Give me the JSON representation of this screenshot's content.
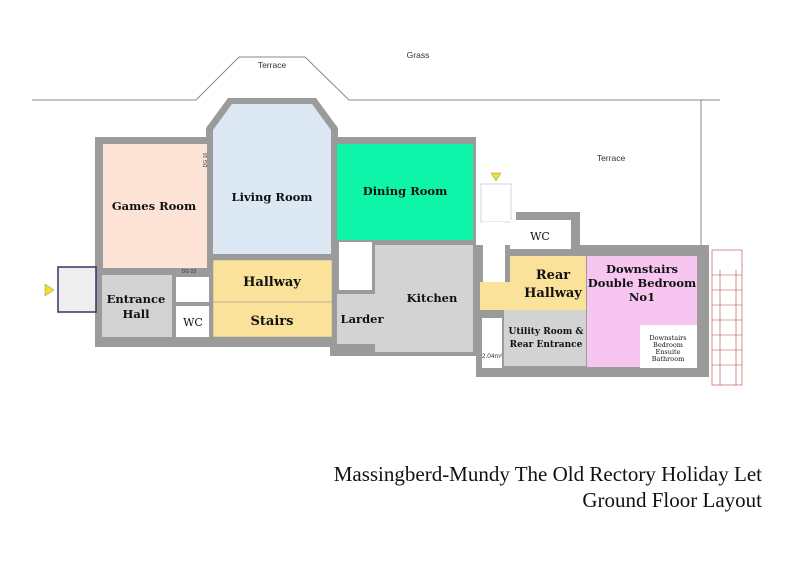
{
  "outdoor": {
    "grass": "Grass",
    "terrace_top": "Terrace",
    "terrace_right": "Terrace"
  },
  "rooms": {
    "games_room": "Games Room",
    "living_room": "Living Room",
    "dining_room": "Dining Room",
    "entrance_hall": [
      "Entrance",
      "Hall"
    ],
    "wc_front": "WC",
    "hallway": "Hallway",
    "stairs": "Stairs",
    "larder": "Larder",
    "kitchen": "Kitchen",
    "wc_rear": "WC",
    "rear_hallway": [
      "Rear",
      "Hallway"
    ],
    "utility": [
      "Utility Room &",
      "Rear Entrance"
    ],
    "bedroom": [
      "Downstairs",
      "Double Bedroom",
      "No1"
    ],
    "ensuite": [
      "Downstairs",
      "Bedroom",
      "Ensuite",
      "Bathroom"
    ]
  },
  "annotations": {
    "area": "2.04m²",
    "dg16": "DG 16",
    "dg03": "DG 03"
  },
  "colors": {
    "games": "#fce3d6",
    "living": "#dde8f5",
    "dining": "#0ef5a9",
    "hall": "#fbe29a",
    "grey": "#d3d3d3",
    "bedroom": "#f6c6f0",
    "wall": "#9b9b9b"
  },
  "title": {
    "line1": "Massingberd-Mundy The Old Rectory Holiday Let",
    "line2": "Ground Floor Layout"
  }
}
